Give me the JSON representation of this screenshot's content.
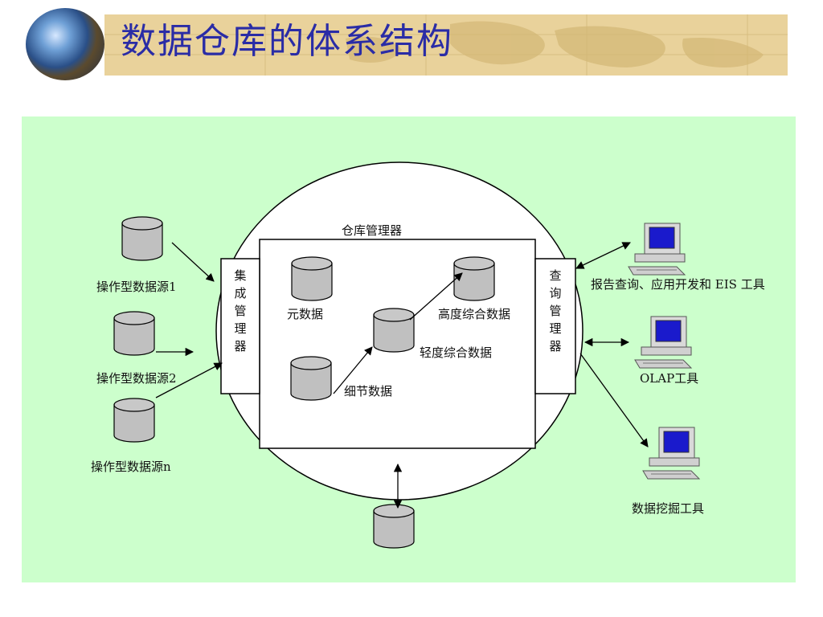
{
  "header": {
    "title": "数据仓库的体系结构"
  },
  "diagram": {
    "warehouse_manager": "仓库管理器",
    "integration_manager": "集成管理器",
    "query_manager": "查询管理器",
    "metadata": "元数据",
    "detail_data": "细节数据",
    "light_summary": "轻度综合数据",
    "high_summary": "高度综合数据",
    "sources": [
      "操作型数据源1",
      "操作型数据源2",
      "操作型数据源n"
    ],
    "tools": [
      "报告查询、应用开发和 EIS 工具",
      "OLAP工具",
      "数据挖掘工具"
    ]
  }
}
